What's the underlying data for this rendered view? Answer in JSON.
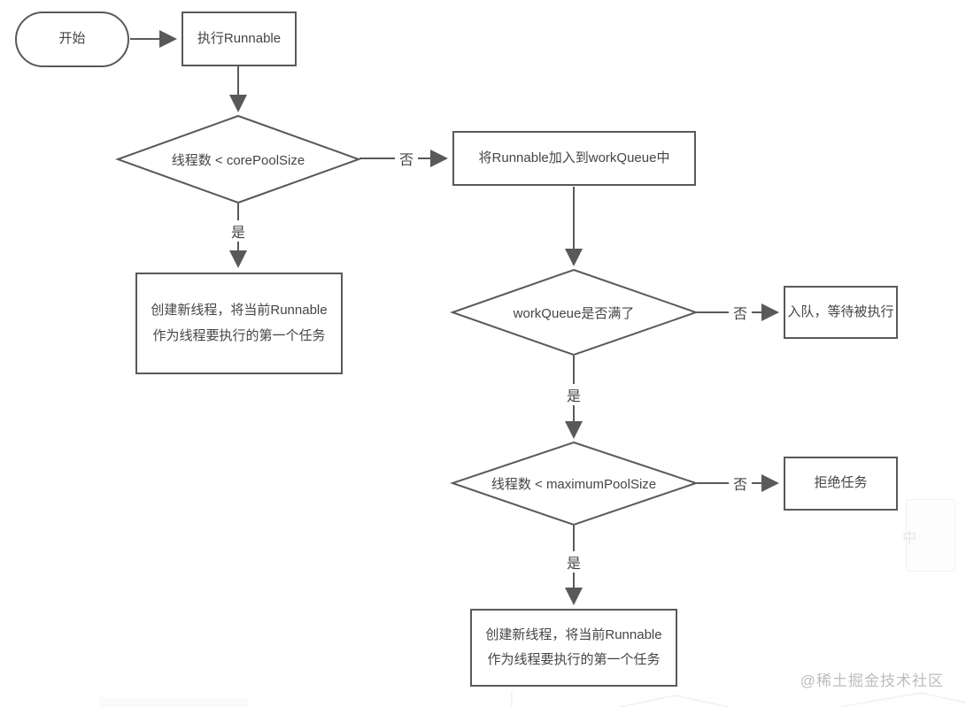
{
  "diagram": {
    "kind": "flowchart",
    "language": "zh-CN",
    "colors": {
      "line": "#58595b",
      "text": "#454545",
      "background": "#ffffff",
      "watermark": "#bcbcbc"
    },
    "nodes": {
      "start": {
        "shape": "oval",
        "label": "开始"
      },
      "exec_runnable": {
        "shape": "rect",
        "label": "执行Runnable"
      },
      "check_core_pool": {
        "shape": "diamond",
        "label": "线程数 < corePoolSize"
      },
      "add_to_work_queue": {
        "shape": "rect",
        "label": "将Runnable加入到workQueue中"
      },
      "create_thread_left": {
        "shape": "rect",
        "label": "创建新线程，将当前Runnable作为线程要执行的第一个任务"
      },
      "check_queue_full": {
        "shape": "diamond",
        "label": "workQueue是否满了"
      },
      "enqueue_wait": {
        "shape": "rect",
        "label": "入队，等待被执行"
      },
      "check_max_pool": {
        "shape": "diamond",
        "label": "线程数 < maximumPoolSize"
      },
      "reject_task": {
        "shape": "rect",
        "label": "拒绝任务"
      },
      "create_thread_bottom": {
        "shape": "rect",
        "label": "创建新线程，将当前Runnable作为线程要执行的第一个任务"
      }
    },
    "edge_labels": {
      "yes": "是",
      "no": "否"
    },
    "edges": [
      {
        "from": "start",
        "to": "exec_runnable",
        "label": ""
      },
      {
        "from": "exec_runnable",
        "to": "check_core_pool",
        "label": ""
      },
      {
        "from": "check_core_pool",
        "to": "add_to_work_queue",
        "label": "否"
      },
      {
        "from": "check_core_pool",
        "to": "create_thread_left",
        "label": "是"
      },
      {
        "from": "add_to_work_queue",
        "to": "check_queue_full",
        "label": ""
      },
      {
        "from": "check_queue_full",
        "to": "enqueue_wait",
        "label": "否"
      },
      {
        "from": "check_queue_full",
        "to": "check_max_pool",
        "label": "是"
      },
      {
        "from": "check_max_pool",
        "to": "reject_task",
        "label": "否"
      },
      {
        "from": "check_max_pool",
        "to": "create_thread_bottom",
        "label": "是"
      }
    ],
    "watermark": "@稀土掘金技术社区",
    "ghost_character": "中"
  }
}
